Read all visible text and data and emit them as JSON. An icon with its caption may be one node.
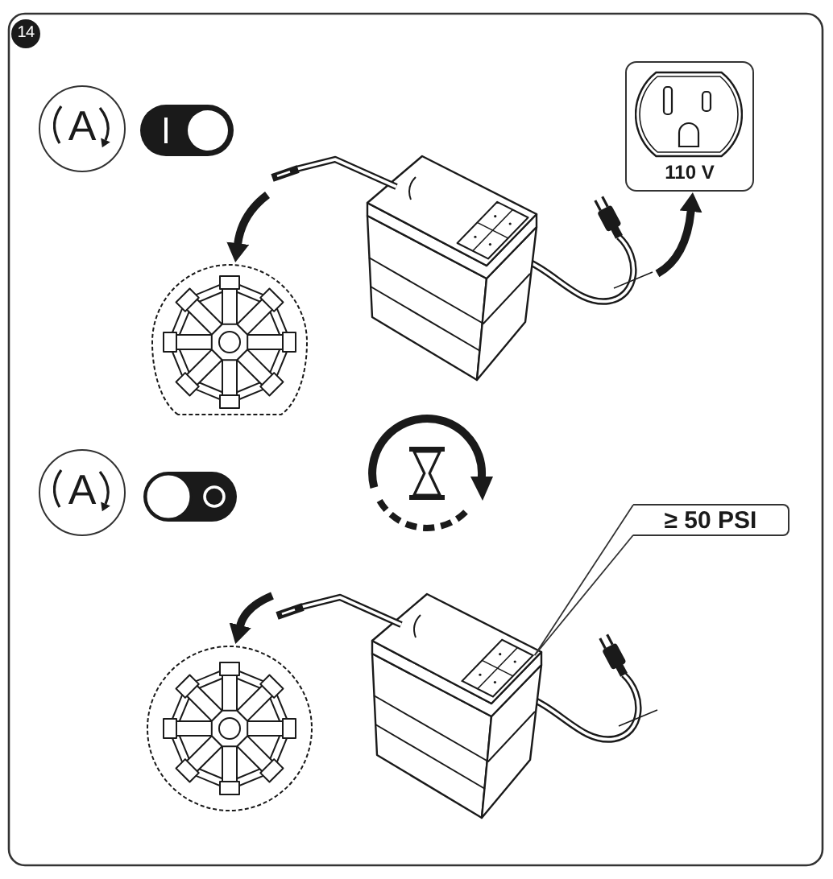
{
  "diagram": {
    "nodes": [
      {
        "text": [
          "14"
        ]
      },
      {
        "text": [
          "A"
        ]
      },
      {
        "text": [
          "110 V"
        ]
      },
      {
        "text": [],
        "shape": "picture"
      },
      {
        "text": [],
        "shape": "picture"
      },
      {
        "text": [
          "A"
        ]
      },
      {
        "text": [
          "≥ 50 PSI"
        ]
      },
      {
        "text": [],
        "shape": "picture"
      },
      {
        "text": [],
        "shape": "box",
        "in": 7
      },
      {
        "text": [],
        "shape": "picture"
      }
    ],
    "edges": [
      {
        "from": 3,
        "to": 4,
        "arrow": "to"
      },
      {
        "from": 3,
        "to": 2,
        "arrow": "to"
      },
      {
        "from": 6,
        "to": 8,
        "arrow": "none"
      },
      {
        "from": 7,
        "to": 9,
        "arrow": "to"
      }
    ]
  }
}
